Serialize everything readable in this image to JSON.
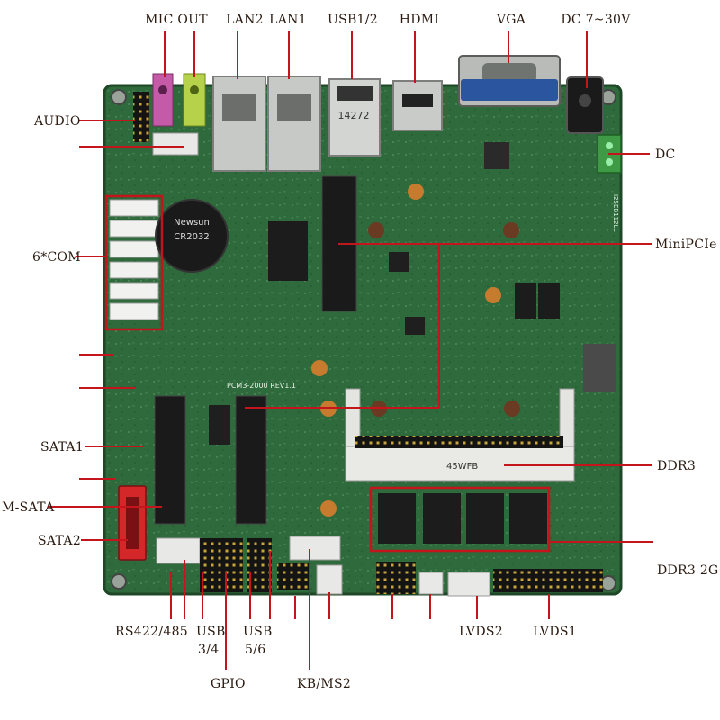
{
  "board_silkscreen": {
    "model": "PCM3-2000 REV1.1",
    "side_code": "I25EB112LL",
    "usb_chip": "14272",
    "battery_brand": "Newsun",
    "battery_model": "CR2032",
    "dimm_label": "45WFB"
  },
  "labels": {
    "mic_out": "MIC OUT",
    "lan2": "LAN2",
    "lan1": "LAN1",
    "usb12": "USB1/2",
    "hdmi": "HDMI",
    "vga": "VGA",
    "dc_in": "DC 7~30V",
    "audio": "AUDIO",
    "dc": "DC",
    "com": "6*COM",
    "minipcie": "MiniPCIe",
    "sata1": "SATA1",
    "msata": "M-SATA",
    "sata2": "SATA2",
    "ddr3": "DDR3",
    "ddr3_2g": "DDR3 2G",
    "rs422": "RS422/485",
    "usb34_line1": "USB",
    "usb34_line2": "3/4",
    "usb56_line1": "USB",
    "usb56_line2": "5/6",
    "gpio": "GPIO",
    "kbms": "KB/MS2",
    "lvds2": "LVDS2",
    "lvds1": "LVDS1"
  },
  "colors": {
    "pcb": "#2f6a3c",
    "callout": "#c4141c",
    "label_text": "#2a1a10"
  }
}
